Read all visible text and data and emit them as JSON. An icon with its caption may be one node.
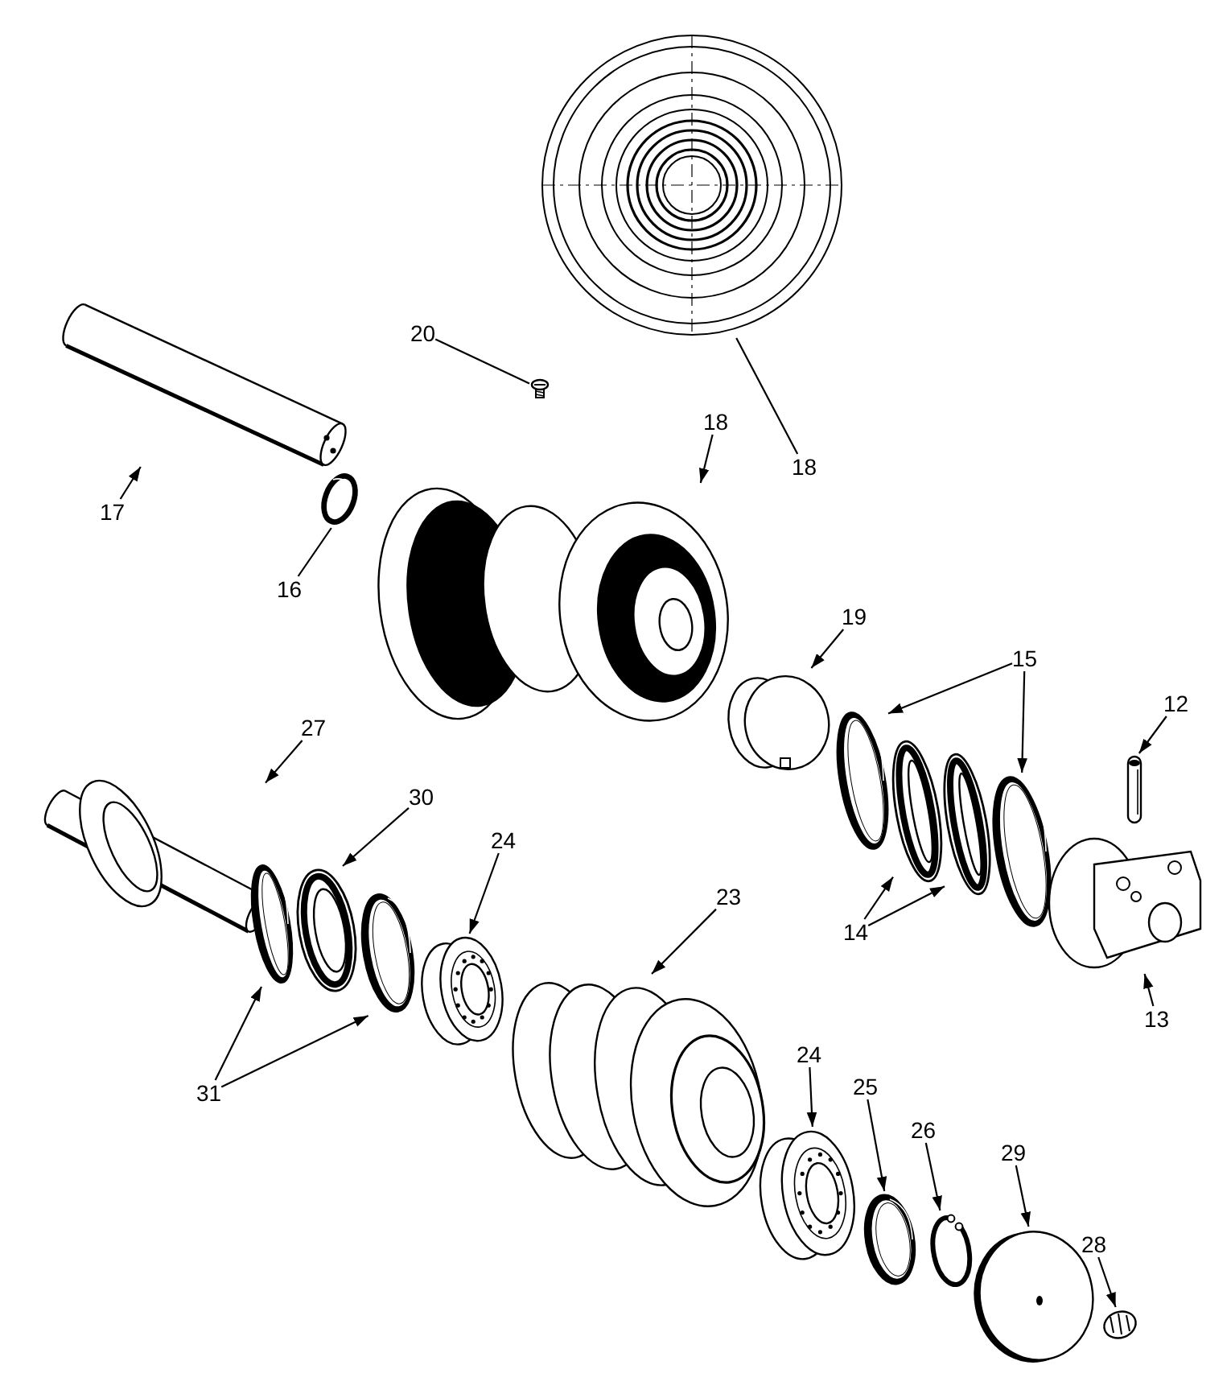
{
  "diagram": {
    "nodes": [
      {
        "text": [
          "20"
        ]
      },
      {
        "text": [
          "18"
        ]
      },
      {
        "text": [
          "18"
        ]
      },
      {
        "text": [
          "17"
        ]
      },
      {
        "text": [
          "16"
        ]
      },
      {
        "text": [
          "19"
        ]
      },
      {
        "text": [
          "15"
        ]
      },
      {
        "text": [
          "12"
        ]
      },
      {
        "text": [
          "27"
        ]
      },
      {
        "text": [
          "30"
        ]
      },
      {
        "text": [
          "24"
        ]
      },
      {
        "text": [
          "23"
        ]
      },
      {
        "text": [
          "14"
        ]
      },
      {
        "text": [
          "13"
        ]
      },
      {
        "text": [
          "24"
        ]
      },
      {
        "text": [
          "25"
        ]
      },
      {
        "text": [
          "31"
        ]
      },
      {
        "text": [
          "26"
        ]
      },
      {
        "text": [
          "29"
        ]
      },
      {
        "text": [
          "28"
        ]
      },
      {
        "text": [],
        "shape": "picture"
      },
      {
        "text": [],
        "shape": "picture"
      },
      {
        "text": [],
        "shape": "picture"
      },
      {
        "text": [],
        "shape": "picture"
      },
      {
        "text": [],
        "shape": "picture"
      },
      {
        "text": [],
        "shape": "picture"
      },
      {
        "text": [],
        "shape": "picture"
      },
      {
        "text": [],
        "shape": "picture"
      },
      {
        "text": [],
        "shape": "picture"
      },
      {
        "text": [],
        "shape": "picture"
      },
      {
        "text": [],
        "shape": "picture"
      },
      {
        "text": [],
        "shape": "picture"
      },
      {
        "text": [],
        "shape": "picture"
      },
      {
        "text": [],
        "shape": "picture"
      },
      {
        "text": [],
        "shape": "picture"
      },
      {
        "text": [],
        "shape": "picture"
      },
      {
        "text": [],
        "shape": "picture"
      },
      {
        "text": [],
        "shape": "picture"
      },
      {
        "text": [],
        "shape": "picture"
      },
      {
        "text": [],
        "shape": "picture"
      },
      {
        "text": [],
        "shape": "picture"
      },
      {
        "text": [],
        "shape": "picture"
      },
      {
        "text": [],
        "shape": "picture"
      }
    ],
    "edges": [
      {
        "from": 0,
        "to": 21,
        "arrow": "none"
      },
      {
        "from": 1,
        "to": 24,
        "arrow": "to"
      },
      {
        "from": 2,
        "to": 20,
        "arrow": "none"
      },
      {
        "from": 3,
        "to": 22,
        "arrow": "to"
      },
      {
        "from": 4,
        "to": 23,
        "arrow": "none"
      },
      {
        "from": 5,
        "to": 25,
        "arrow": "to"
      },
      {
        "from": 6,
        "to": 26,
        "arrow": "to"
      },
      {
        "from": 6,
        "to": 29,
        "arrow": "to"
      },
      {
        "from": 7,
        "to": 30,
        "arrow": "to"
      },
      {
        "from": 8,
        "to": 32,
        "arrow": "to"
      },
      {
        "from": 9,
        "to": 34,
        "arrow": "to"
      },
      {
        "from": 10,
        "to": 36,
        "arrow": "to"
      },
      {
        "from": 11,
        "to": 37,
        "arrow": "to"
      },
      {
        "from": 12,
        "to": 27,
        "arrow": "to"
      },
      {
        "from": 12,
        "to": 28,
        "arrow": "to"
      },
      {
        "from": 13,
        "to": 31,
        "arrow": "to"
      },
      {
        "from": 14,
        "to": 38,
        "arrow": "to"
      },
      {
        "from": 15,
        "to": 39,
        "arrow": "to"
      },
      {
        "from": 16,
        "to": 33,
        "arrow": "to"
      },
      {
        "from": 16,
        "to": 35,
        "arrow": "to"
      },
      {
        "from": 17,
        "to": 40,
        "arrow": "to"
      },
      {
        "from": 18,
        "to": 41,
        "arrow": "to"
      },
      {
        "from": 19,
        "to": 42,
        "arrow": "to"
      }
    ]
  }
}
